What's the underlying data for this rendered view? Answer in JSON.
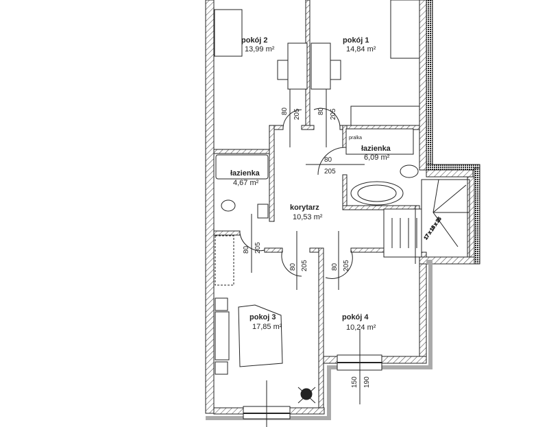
{
  "rooms": [
    {
      "name": "pokój 2",
      "area": "13,99 m²"
    },
    {
      "name": "pokój 1",
      "area": "14,84 m²"
    },
    {
      "name": "łazienka",
      "area": "6,09 m²"
    },
    {
      "name": "łazienka",
      "area": "4,67 m²"
    },
    {
      "name": "korytarz",
      "area": "10,53 m²"
    },
    {
      "name": "pokoj 3",
      "area": "17,85 m²"
    },
    {
      "name": "pokój 4",
      "area": "10,24 m²"
    }
  ],
  "labels": {
    "washer": "pralka",
    "stairs": "17 x 18 x 25"
  },
  "doors": [
    {
      "width": "80",
      "height": "205"
    },
    {
      "width": "80",
      "height": "205"
    },
    {
      "width": "80",
      "height": "205"
    },
    {
      "width": "80",
      "height": "205"
    },
    {
      "width": "80",
      "height": "205"
    },
    {
      "width": "80",
      "height": "205"
    }
  ],
  "windows": [
    {
      "width": "150",
      "height": "190"
    }
  ]
}
